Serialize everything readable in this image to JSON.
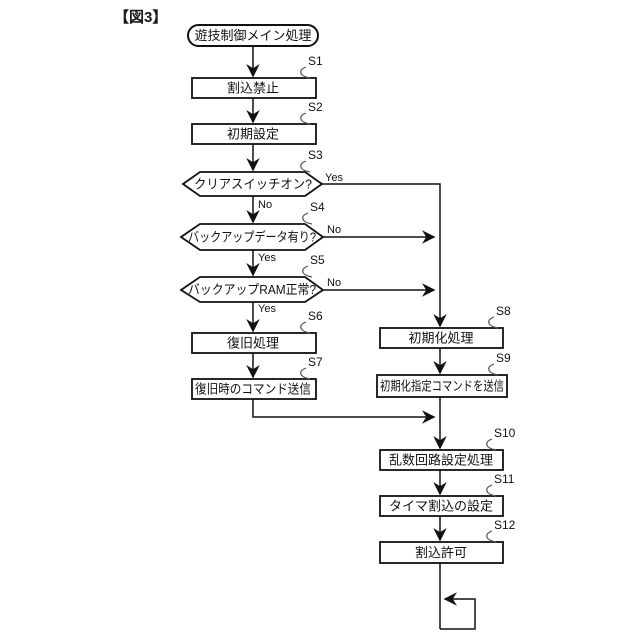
{
  "figure_title": "【図3】",
  "terminal": {
    "label": "遊技制御メイン処理"
  },
  "steps": [
    {
      "id": "S1",
      "label": "割込禁止",
      "type": "process"
    },
    {
      "id": "S2",
      "label": "初期設定",
      "type": "process"
    },
    {
      "id": "S3",
      "label": "クリアスイッチオン?",
      "type": "decision",
      "yes": "Yes",
      "no": "No"
    },
    {
      "id": "S4",
      "label": "バックアップデータ有り?",
      "type": "decision",
      "yes": "Yes",
      "no": "No"
    },
    {
      "id": "S5",
      "label": "バックアップRAM正常?",
      "type": "decision",
      "yes": "Yes",
      "no": "No"
    },
    {
      "id": "S6",
      "label": "復旧処理",
      "type": "process"
    },
    {
      "id": "S7",
      "label": "復旧時のコマンド送信",
      "type": "process"
    },
    {
      "id": "S8",
      "label": "初期化処理",
      "type": "process"
    },
    {
      "id": "S9",
      "label": "初期化指定コマンドを送信",
      "type": "process"
    },
    {
      "id": "S10",
      "label": "乱数回路設定処理",
      "type": "process"
    },
    {
      "id": "S11",
      "label": "タイマ割込の設定",
      "type": "process"
    },
    {
      "id": "S12",
      "label": "割込許可",
      "type": "process"
    }
  ],
  "colors": {
    "line": "#111111",
    "background": "#ffffff"
  }
}
